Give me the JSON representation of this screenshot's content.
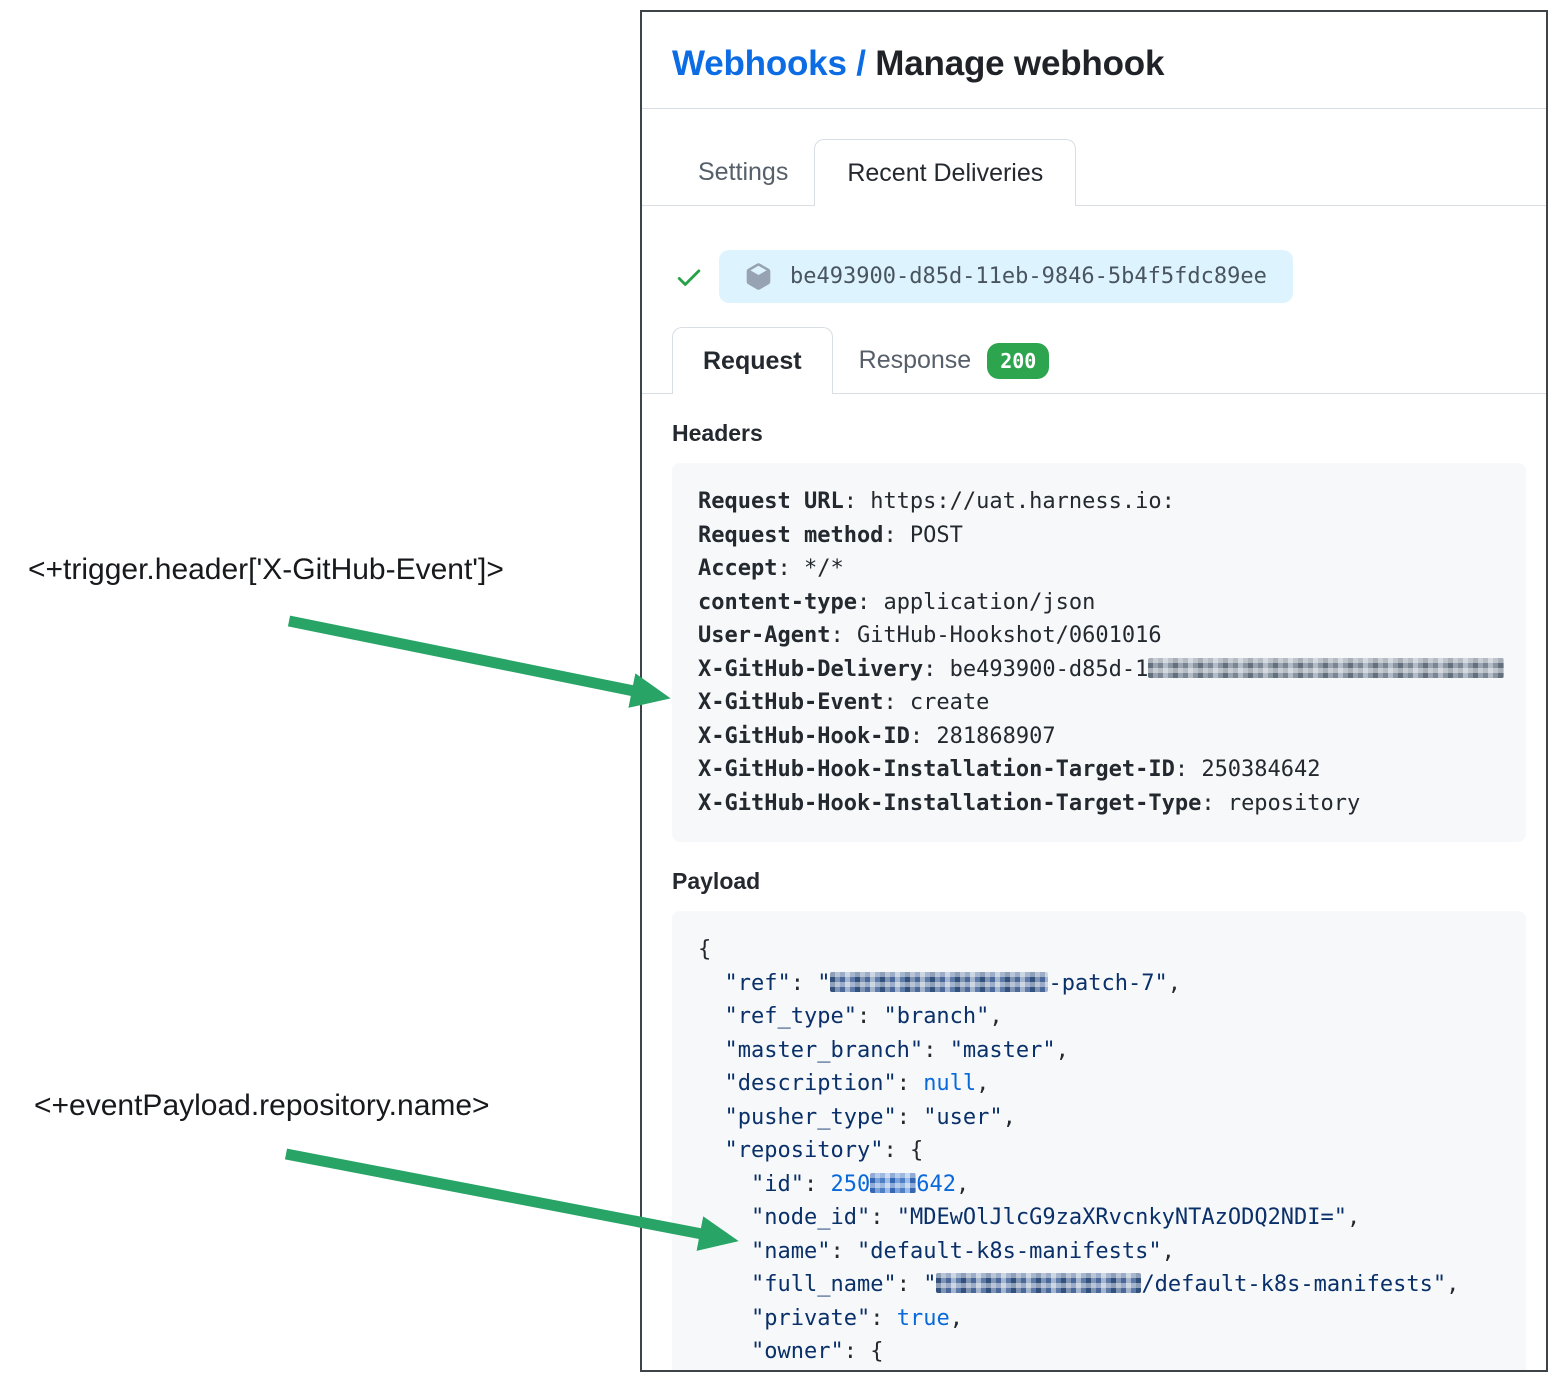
{
  "annotations": {
    "trigger_expression": "<+trigger.header['X-GitHub-Event']>",
    "payload_expression": "<+eventPayload.repository.name>"
  },
  "colors": {
    "link_blue": "#0b6ce4",
    "arrow_green": "#27a466",
    "badge_green": "#2da44e",
    "pill_blue": "#ddf4ff",
    "code_box_gray": "#f6f8fa",
    "json_string_navy": "#0a3069",
    "json_literal_blue": "#0969da",
    "check_green": "#26a148"
  },
  "breadcrumb": {
    "link": "Webhooks",
    "separator": " / ",
    "current": "Manage webhook"
  },
  "tabs": {
    "settings": "Settings",
    "recent_deliveries": "Recent Deliveries"
  },
  "delivery": {
    "status_icon": "check-icon",
    "icon": "package-icon",
    "guid": "be493900-d85d-11eb-9846-5b4f5fdc89ee"
  },
  "subtabs": {
    "request": "Request",
    "response": "Response",
    "status_code": "200"
  },
  "headers": {
    "title": "Headers",
    "lines": [
      [
        {
          "t": "Request URL",
          "c": "hk"
        },
        {
          "t": ": https://uat.harness.io:",
          "c": "hv"
        }
      ],
      [
        {
          "t": "Request method",
          "c": "hk"
        },
        {
          "t": ": POST",
          "c": "hv"
        }
      ],
      [
        {
          "t": "Accept",
          "c": "hk"
        },
        {
          "t": ": */*",
          "c": "hv"
        }
      ],
      [
        {
          "t": "content-type",
          "c": "hk"
        },
        {
          "t": ": application/json",
          "c": "hv"
        }
      ],
      [
        {
          "t": "User-Agent",
          "c": "hk"
        },
        {
          "t": ": GitHub-Hookshot/0601016",
          "c": "hv"
        }
      ],
      [
        {
          "t": "X-GitHub-Delivery",
          "c": "hk"
        },
        {
          "t": ": be493900-d85d-1",
          "c": "hv"
        },
        {
          "r": 356,
          "c": ""
        }
      ],
      [
        {
          "t": "X-GitHub-Event",
          "c": "hk"
        },
        {
          "t": ": create",
          "c": "hv"
        }
      ],
      [
        {
          "t": "X-GitHub-Hook-ID",
          "c": "hk"
        },
        {
          "t": ": 281868907",
          "c": "hv"
        }
      ],
      [
        {
          "t": "X-GitHub-Hook-Installation-Target-ID",
          "c": "hk"
        },
        {
          "t": ": 250384642",
          "c": "hv"
        }
      ],
      [
        {
          "t": "X-GitHub-Hook-Installation-Target-Type",
          "c": "hk"
        },
        {
          "t": ": repository",
          "c": "hv"
        }
      ]
    ]
  },
  "payload": {
    "title": "Payload",
    "lines": [
      [
        {
          "t": "{",
          "c": "pu"
        }
      ],
      [
        {
          "t": "  ",
          "c": "pu"
        },
        {
          "t": "\"ref\"",
          "c": "st"
        },
        {
          "t": ": ",
          "c": "pu"
        },
        {
          "t": "\"",
          "c": "st"
        },
        {
          "r": 218,
          "c": "navy"
        },
        {
          "t": "-patch-7\"",
          "c": "st"
        },
        {
          "t": ",",
          "c": "pu"
        }
      ],
      [
        {
          "t": "  ",
          "c": "pu"
        },
        {
          "t": "\"ref_type\"",
          "c": "st"
        },
        {
          "t": ": ",
          "c": "pu"
        },
        {
          "t": "\"branch\"",
          "c": "st"
        },
        {
          "t": ",",
          "c": "pu"
        }
      ],
      [
        {
          "t": "  ",
          "c": "pu"
        },
        {
          "t": "\"master_branch\"",
          "c": "st"
        },
        {
          "t": ": ",
          "c": "pu"
        },
        {
          "t": "\"master\"",
          "c": "st"
        },
        {
          "t": ",",
          "c": "pu"
        }
      ],
      [
        {
          "t": "  ",
          "c": "pu"
        },
        {
          "t": "\"description\"",
          "c": "st"
        },
        {
          "t": ": ",
          "c": "pu"
        },
        {
          "t": "null",
          "c": "bl"
        },
        {
          "t": ",",
          "c": "pu"
        }
      ],
      [
        {
          "t": "  ",
          "c": "pu"
        },
        {
          "t": "\"pusher_type\"",
          "c": "st"
        },
        {
          "t": ": ",
          "c": "pu"
        },
        {
          "t": "\"user\"",
          "c": "st"
        },
        {
          "t": ",",
          "c": "pu"
        }
      ],
      [
        {
          "t": "  ",
          "c": "pu"
        },
        {
          "t": "\"repository\"",
          "c": "st"
        },
        {
          "t": ": {",
          "c": "pu"
        }
      ],
      [
        {
          "t": "    ",
          "c": "pu"
        },
        {
          "t": "\"id\"",
          "c": "st"
        },
        {
          "t": ": ",
          "c": "pu"
        },
        {
          "t": "250",
          "c": "bl"
        },
        {
          "r": 46,
          "c": "blue"
        },
        {
          "t": "642",
          "c": "bl"
        },
        {
          "t": ",",
          "c": "pu"
        }
      ],
      [
        {
          "t": "    ",
          "c": "pu"
        },
        {
          "t": "\"node_id\"",
          "c": "st"
        },
        {
          "t": ": ",
          "c": "pu"
        },
        {
          "t": "\"MDEwOlJlcG9zaXRvcnkyNTAzODQ2NDI=\"",
          "c": "st"
        },
        {
          "t": ",",
          "c": "pu"
        }
      ],
      [
        {
          "t": "    ",
          "c": "pu"
        },
        {
          "t": "\"name\"",
          "c": "st"
        },
        {
          "t": ": ",
          "c": "pu"
        },
        {
          "t": "\"default-k8s-manifests\"",
          "c": "st"
        },
        {
          "t": ",",
          "c": "pu"
        }
      ],
      [
        {
          "t": "    ",
          "c": "pu"
        },
        {
          "t": "\"full_name\"",
          "c": "st"
        },
        {
          "t": ": ",
          "c": "pu"
        },
        {
          "t": "\"",
          "c": "st"
        },
        {
          "r": 205,
          "c": "navy"
        },
        {
          "t": "/default-k8s-manifests\"",
          "c": "st"
        },
        {
          "t": ",",
          "c": "pu"
        }
      ],
      [
        {
          "t": "    ",
          "c": "pu"
        },
        {
          "t": "\"private\"",
          "c": "st"
        },
        {
          "t": ": ",
          "c": "pu"
        },
        {
          "t": "true",
          "c": "bl"
        },
        {
          "t": ",",
          "c": "pu"
        }
      ],
      [
        {
          "t": "    ",
          "c": "pu"
        },
        {
          "t": "\"owner\"",
          "c": "st"
        },
        {
          "t": ": {",
          "c": "pu"
        }
      ]
    ]
  }
}
